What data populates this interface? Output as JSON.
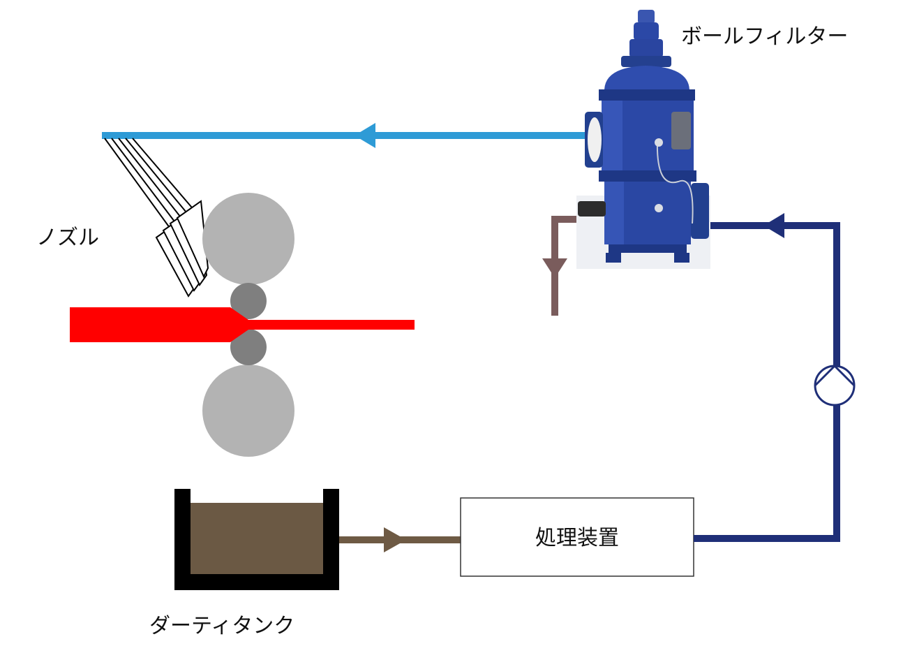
{
  "labels": {
    "ball_filter": "ボールフィルター",
    "nozzle": "ノズル",
    "processing_unit": "処理装置",
    "dirty_tank": "ダーティタンク"
  },
  "colors": {
    "clean_line": "#2E9BD6",
    "return_line": "#1F2F78",
    "dirty_line": "#6E5A44",
    "tank_fill": "#6B5944",
    "drain_line": "#7A5C5C",
    "strip": "#FF0000",
    "backup_roll": "#B3B3B3",
    "work_roll": "#7F7F7F",
    "filter_body": "#2B48A6"
  },
  "icons": [
    "pump-icon",
    "flow-arrow-icon"
  ]
}
